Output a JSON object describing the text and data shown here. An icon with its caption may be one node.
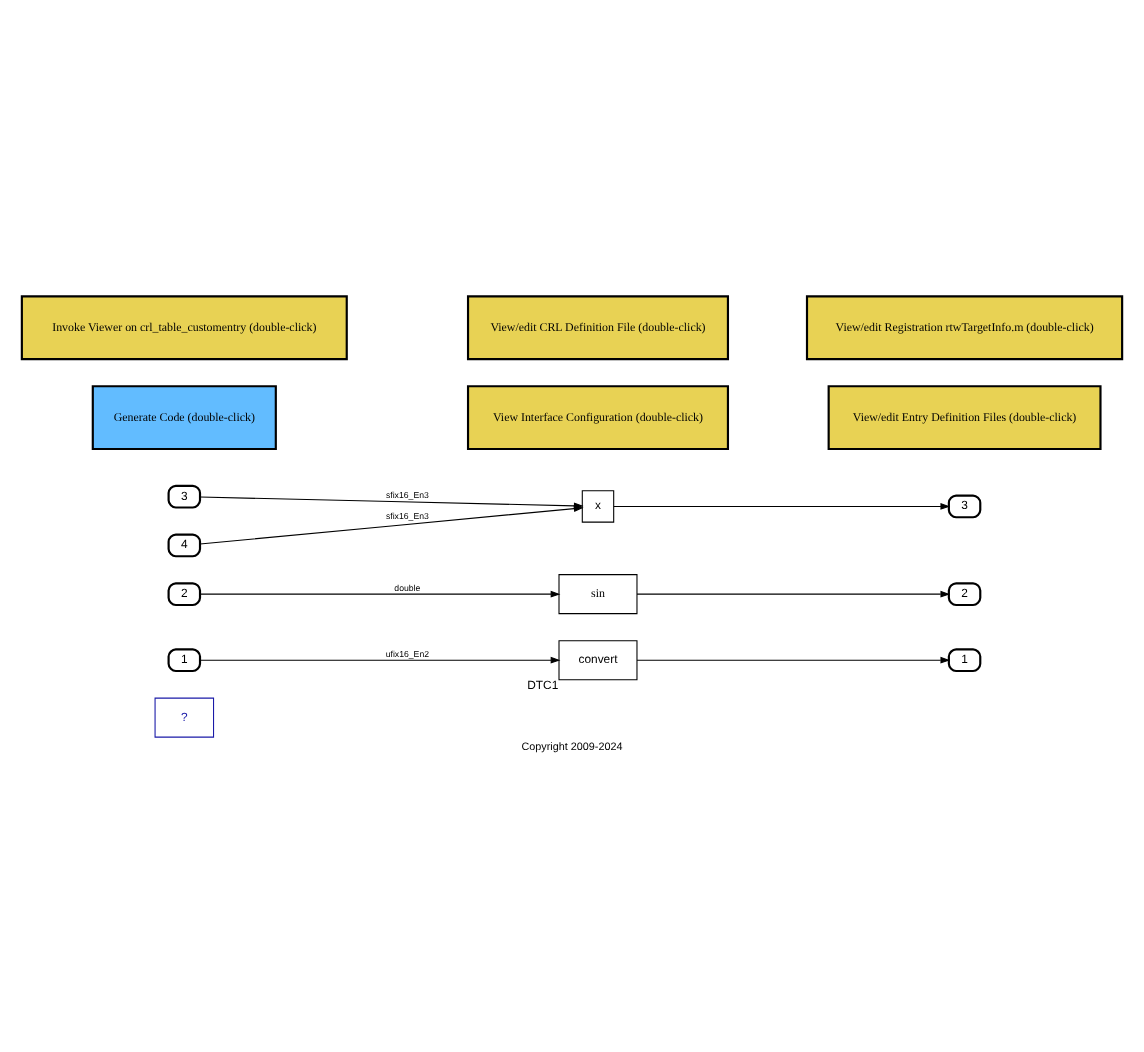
{
  "diagram": {
    "caption": "Copyright 2009-2024",
    "nodes": [
      {
        "text": [
          "?"
        ]
      },
      {
        "text": [
          "1"
        ]
      },
      {
        "text": [
          "convert"
        ],
        "beside": [
          "DTC1"
        ]
      },
      {
        "text": [
          "1"
        ]
      },
      {
        "text": [
          "2"
        ]
      },
      {
        "text": [
          "sin"
        ]
      },
      {
        "text": [
          "2"
        ]
      },
      {
        "text": [
          "3"
        ]
      },
      {
        "text": [
          "4"
        ]
      },
      {
        "text": [
          "x"
        ]
      },
      {
        "text": [
          "3"
        ]
      },
      {
        "text": [
          "Generate Code (double-click)"
        ]
      },
      {
        "text": [
          "View Interface Configuration (double-click)"
        ]
      },
      {
        "text": [
          "View/edit Entry Definition Files (double-click)"
        ]
      },
      {
        "text": [
          "Invoke Viewer on crl_table_customentry (double-click)"
        ]
      },
      {
        "text": [
          "View/edit CRL Definition File (double-click)"
        ]
      },
      {
        "text": [
          "View/edit Registration rtwTargetInfo.m (double-click)"
        ]
      }
    ],
    "edges": [
      {
        "from": 1,
        "to": 2,
        "arrow": "to",
        "label": "ufix16_En2"
      },
      {
        "from": 2,
        "to": 3,
        "arrow": "to"
      },
      {
        "from": 4,
        "to": 5,
        "arrow": "to",
        "label": "double"
      },
      {
        "from": 5,
        "to": 6,
        "arrow": "to"
      },
      {
        "from": 7,
        "to": 9,
        "arrow": "to",
        "label": "sfix16_En3"
      },
      {
        "from": 8,
        "to": 9,
        "arrow": "to",
        "label": "sfix16_En3"
      },
      {
        "from": 9,
        "to": 10,
        "arrow": "to"
      }
    ]
  }
}
